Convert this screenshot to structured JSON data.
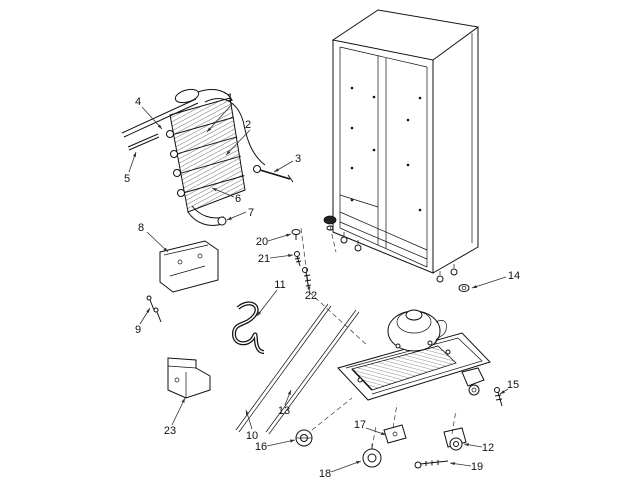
{
  "colors": {
    "background": "#ffffff",
    "line": "#111111"
  },
  "callouts": [
    {
      "label": "1"
    },
    {
      "label": "2"
    },
    {
      "label": "3"
    },
    {
      "label": "4"
    },
    {
      "label": "5"
    },
    {
      "label": "6"
    },
    {
      "label": "7"
    },
    {
      "label": "8"
    },
    {
      "label": "9"
    },
    {
      "label": "10"
    },
    {
      "label": "11"
    },
    {
      "label": "12"
    },
    {
      "label": "13"
    },
    {
      "label": "14"
    },
    {
      "label": "15"
    },
    {
      "label": "16"
    },
    {
      "label": "17"
    },
    {
      "label": "18"
    },
    {
      "label": "19"
    },
    {
      "label": "20"
    },
    {
      "label": "21"
    },
    {
      "label": "22"
    },
    {
      "label": "23"
    }
  ]
}
